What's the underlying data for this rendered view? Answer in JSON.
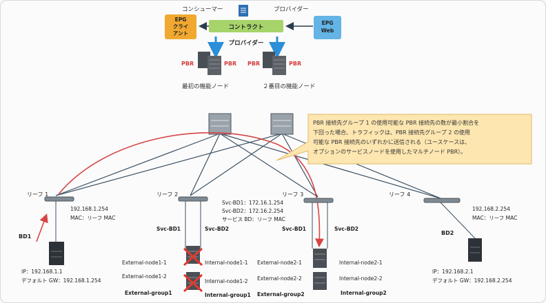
{
  "top": {
    "consumer_label": "コンシューマー",
    "provider_label": "プロバイダー",
    "epg_client": [
      "EPG",
      "クライ",
      "アント"
    ],
    "contract": "コントラクト",
    "epg_web": [
      "EPG",
      "Web"
    ],
    "provider_sub": "プロバイダー",
    "pbr": "PBR",
    "first_node": "最初の機能ノード",
    "second_node": "２番目の機能ノード"
  },
  "callout": {
    "lines": [
      "PBR 接続先グループ 1 の使用可能な PBR 接続先の数が最小割合を",
      "下回った場合、トラフィックは、PBR 接続先グループ 2 の使用",
      "可能な PBR 接続先のいずれかに送信される（ユースケースは、",
      "オプションのサービスノードを使用したマルチノード PBR）。"
    ]
  },
  "leaves": {
    "leaf1": "リーフ 1",
    "leaf2": "リーフ 2",
    "leaf3": "リーフ 3",
    "leaf4": "リーフ 4"
  },
  "leaf1_info": {
    "ip": "192.168.1.254",
    "mac": "MAC：リーフ MAC"
  },
  "leaf2_info": {
    "svc1": "Svc-BD1：172.16.1.254",
    "svc2": "Svc-BD2：172.16.2.254",
    "svcbd": "サービス BD：リーフ MAC"
  },
  "leaf4_info": {
    "ip": "192.168.2.254",
    "mac": "MAC：リーフ MAC"
  },
  "bd1": "BD1",
  "bd2": "BD2",
  "svc_bd1": "Svc-BD1",
  "svc_bd2": "Svc-BD2",
  "host1": {
    "ip": "IP：192.168.1.1",
    "gw": "デフォルト GW：192.168.1.254"
  },
  "host2": {
    "ip": "IP：192.168.2.1",
    "gw": "デフォルト GW：192.168.2.254"
  },
  "nodes": {
    "ext1": "External-node1-1",
    "ext2": "External-node1-2",
    "int1": "Internal-node1-1",
    "int2": "Internal-node1-2",
    "ext21": "External-node2-1",
    "ext22": "External-node2-2",
    "int21": "Internal-node2-1",
    "int22": "Internal-node2-2",
    "ext_group1": "External-group1",
    "int_group1": "Internal-group1",
    "ext_group2": "External-group2",
    "int_group2": "Internal-group2"
  },
  "colors": {
    "epg_client": "#f0a830",
    "contract": "#a6d46b",
    "epg_web": "#64b4e6",
    "callout": "#fde6b0",
    "arrow_red": "#d64545",
    "arrow_blue": "#2a8fd8"
  }
}
